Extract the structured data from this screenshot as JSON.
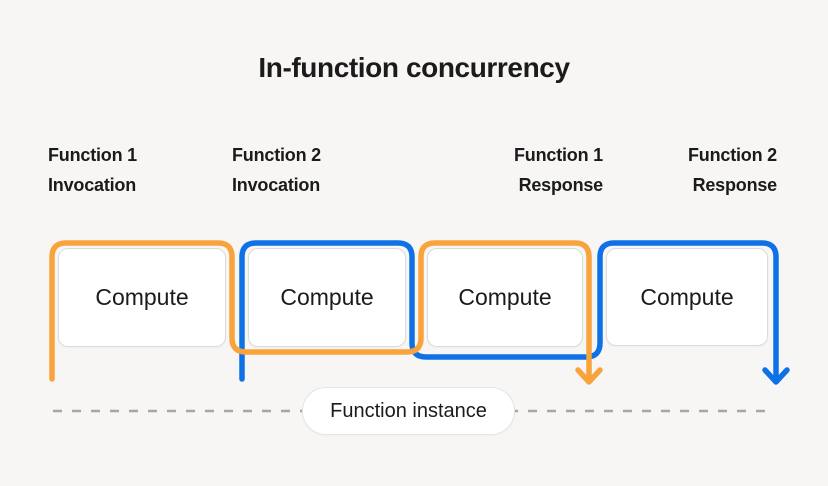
{
  "title": "In-function concurrency",
  "colors": {
    "background": "#F7F6F4",
    "function1_accent": "#F8A33C",
    "function2_accent": "#0E72E6",
    "text": "#1B1B1B",
    "box_border": "#DBDBDB",
    "box_background": "#FFFFFF",
    "dash_line": "#A6A6A6",
    "pill_border": "#E5E5E5"
  },
  "lanes": [
    {
      "line1": "Function 1",
      "line2": "Invocation",
      "series": "function1"
    },
    {
      "line1": "Function 2",
      "line2": "Invocation",
      "series": "function2"
    },
    {
      "line1": "Function 1",
      "line2": "Response",
      "series": "function1"
    },
    {
      "line1": "Function 2",
      "line2": "Response",
      "series": "function2"
    }
  ],
  "boxes": [
    {
      "label": "Compute"
    },
    {
      "label": "Compute"
    },
    {
      "label": "Compute"
    },
    {
      "label": "Compute"
    }
  ],
  "timeline": {
    "pill_label": "Function instance"
  },
  "icons": {
    "function1_response_arrow": "arrow-down",
    "function2_response_arrow": "arrow-down"
  }
}
